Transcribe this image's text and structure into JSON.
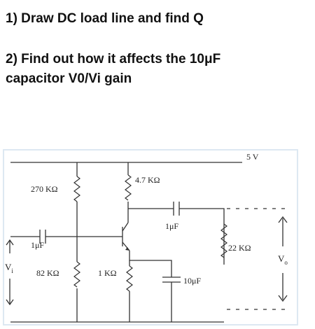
{
  "questions": {
    "q1": "1) Draw DC load line and find Q",
    "q2_line1": "2) Find out how it affects the 10μF",
    "q2_line2": "capacitor V0/Vi gain"
  },
  "circuit": {
    "supply": "5 V",
    "r1": "270 KΩ",
    "rc": "4.7 KΩ",
    "c_out": "1μF",
    "c_in": "1μF",
    "r2": "82 KΩ",
    "re": "1 KΩ",
    "c_e": "10μF",
    "rl": "22 KΩ",
    "vin": "V",
    "vin_sub": "i",
    "vout": "V",
    "vout_sub": "o"
  },
  "colors": {
    "panel_border": "#dde8f2",
    "ink": "#222222"
  }
}
